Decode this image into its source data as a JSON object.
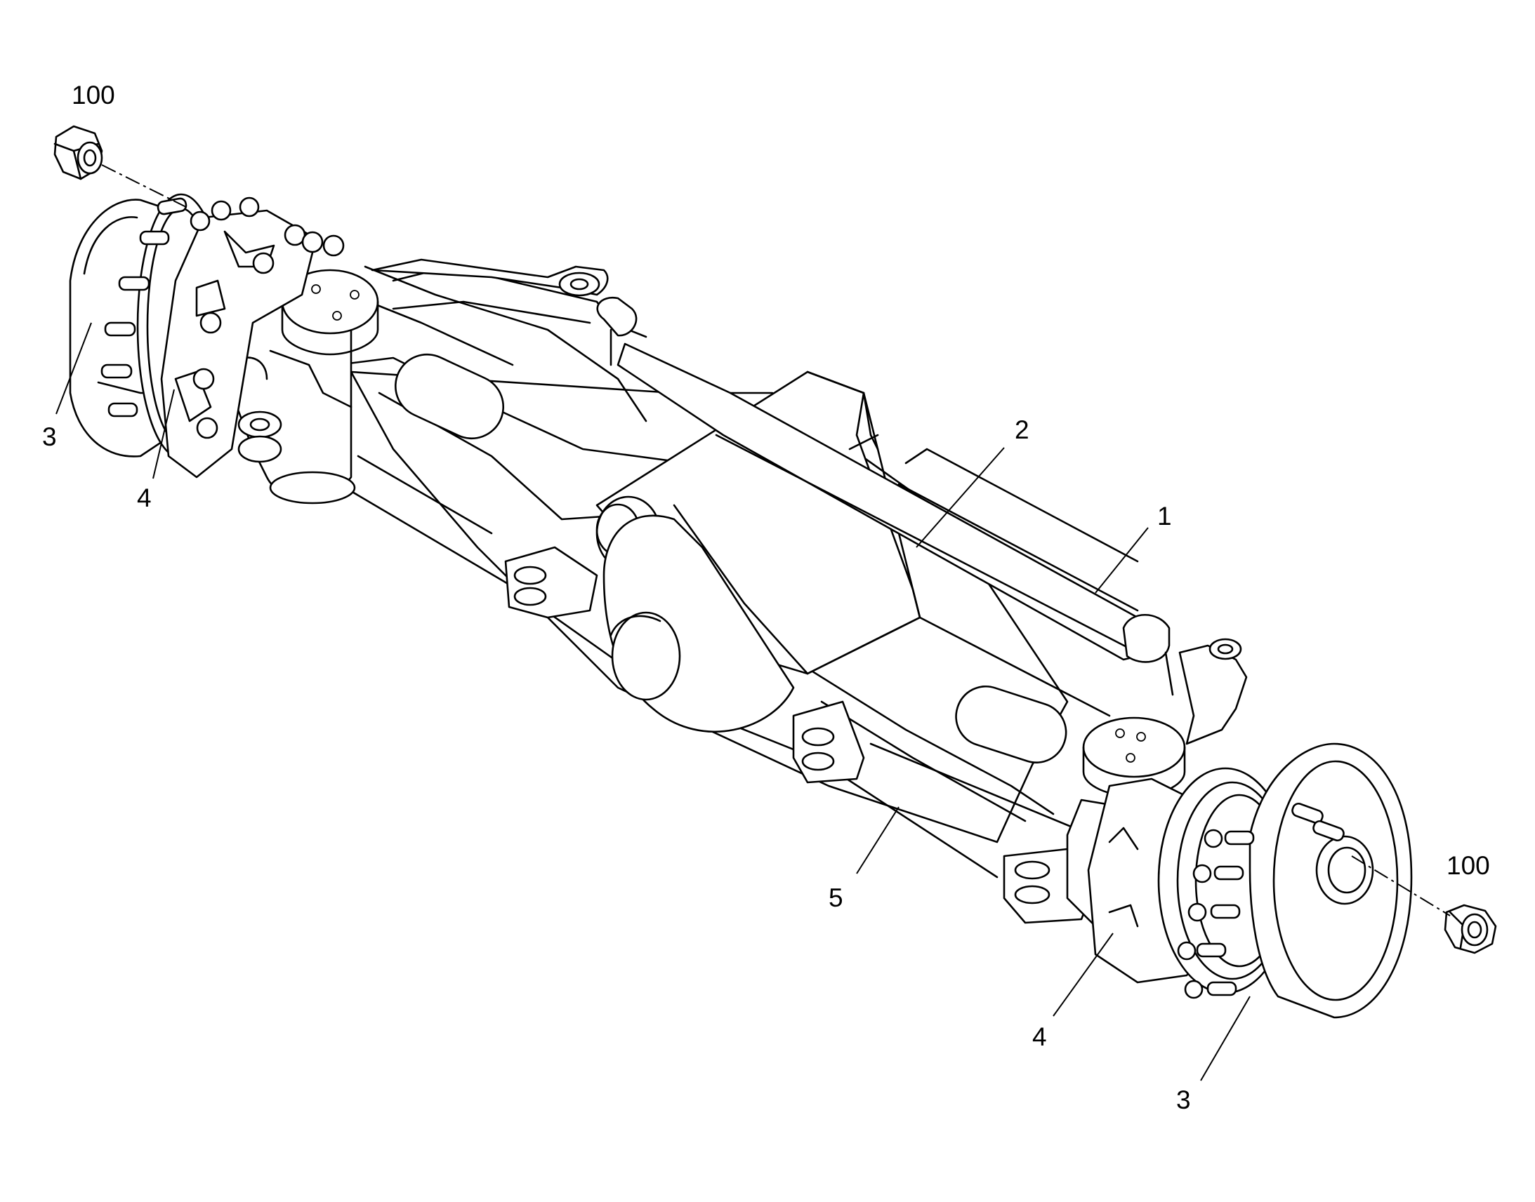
{
  "callouts": {
    "nut_left": "100",
    "nut_right": "100",
    "item_1": "1",
    "item_2": "2",
    "hub_left": "3",
    "hub_right": "3",
    "knuckle_left": "4",
    "knuckle_right": "4",
    "item_5": "5"
  }
}
